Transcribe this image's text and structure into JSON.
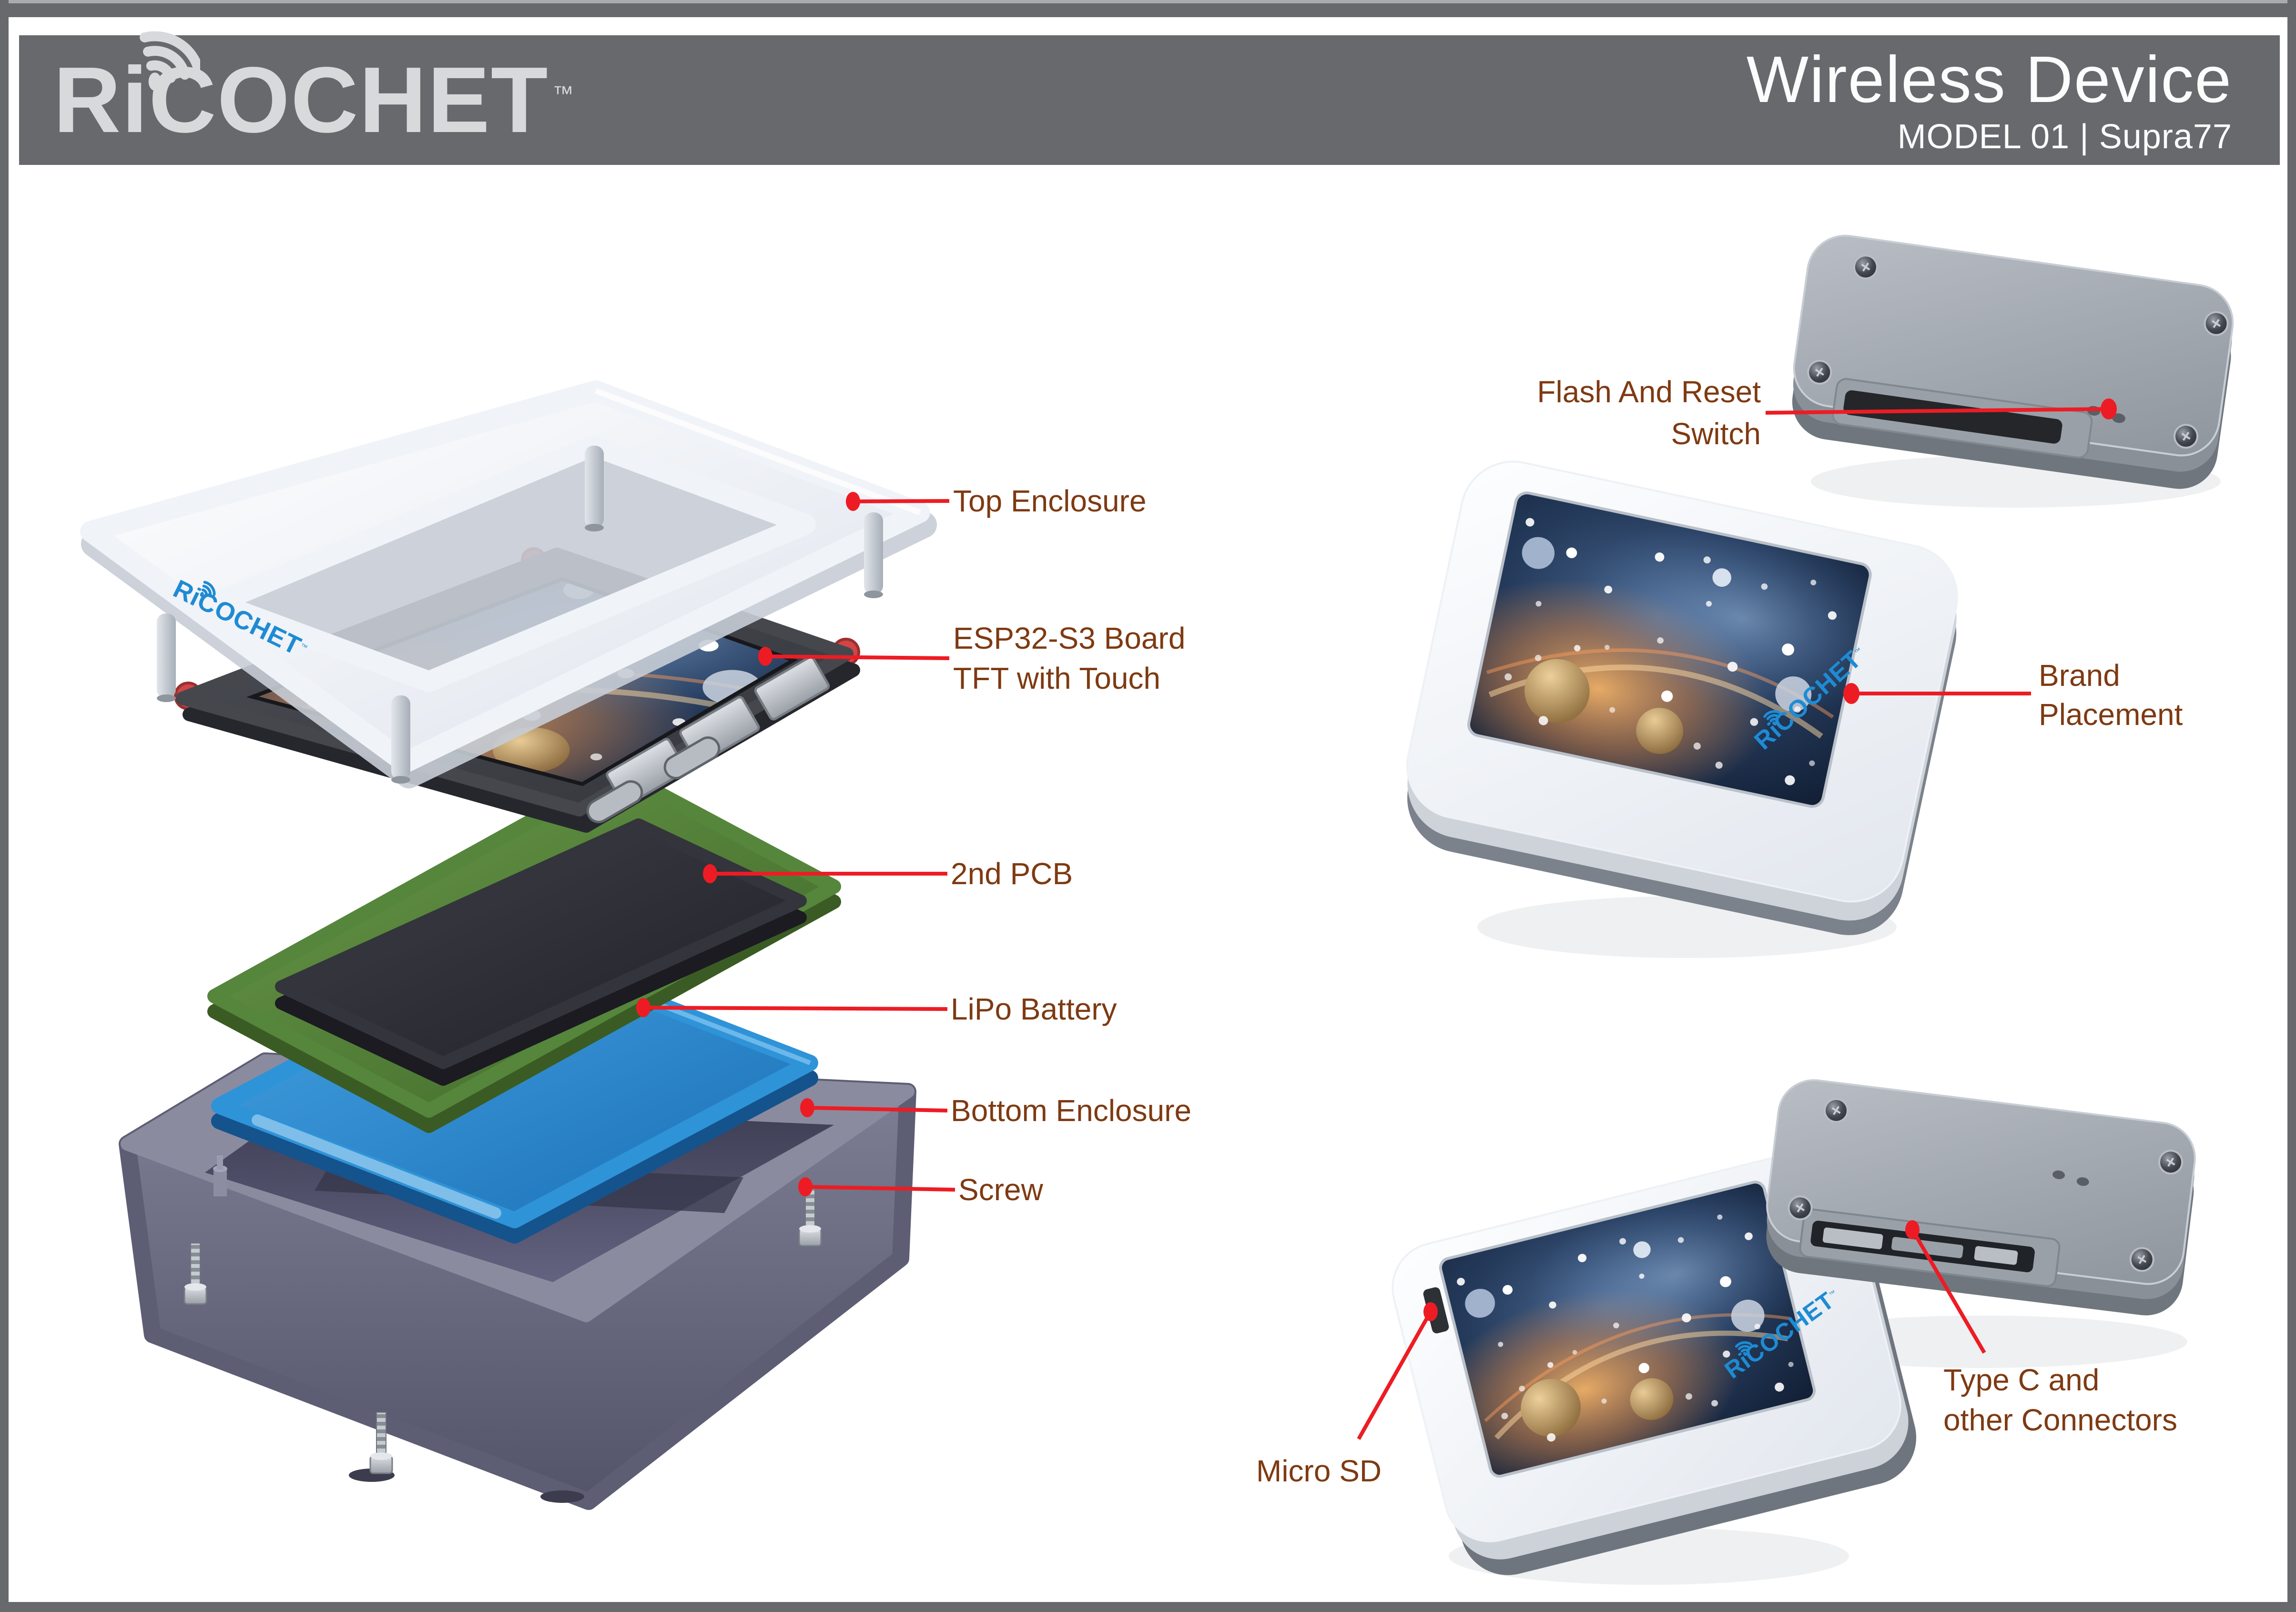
{
  "header": {
    "logo": {
      "prefix": "R",
      "i_letter": "i",
      "suffix": "COCHET",
      "tm": "™"
    },
    "title": "Wireless Device",
    "subtitle": "MODEL 01 | Supra77"
  },
  "device_logo": {
    "prefix": "R",
    "i_letter": "i",
    "suffix": "COCHET",
    "tm": "™"
  },
  "exploded_labels": {
    "top_enclosure": "Top Enclosure",
    "esp32_line1": "ESP32-S3 Board",
    "esp32_line2": "TFT with Touch",
    "pcb2": "2nd PCB",
    "lipo": "LiPo Battery",
    "bottom_enclosure": "Bottom Enclosure",
    "screw": "Screw"
  },
  "assembled_labels": {
    "flash_line1": "Flash And Reset",
    "flash_line2": "Switch",
    "brand_line1": "Brand",
    "brand_line2": "Placement",
    "micro_sd": "Micro SD",
    "typec_line1": "Type C and",
    "typec_line2": "other Connectors"
  },
  "colors": {
    "header_gray": "#67696c",
    "logo_gray": "#d8d9da",
    "label_brown": "#7e3a12",
    "leader_red": "#ed1c24",
    "logo_blue": "#1e8bd4",
    "battery_blue": "#2f93d8",
    "pcb_green": "#55863c",
    "enclosure_purple": "#6e6e84"
  }
}
